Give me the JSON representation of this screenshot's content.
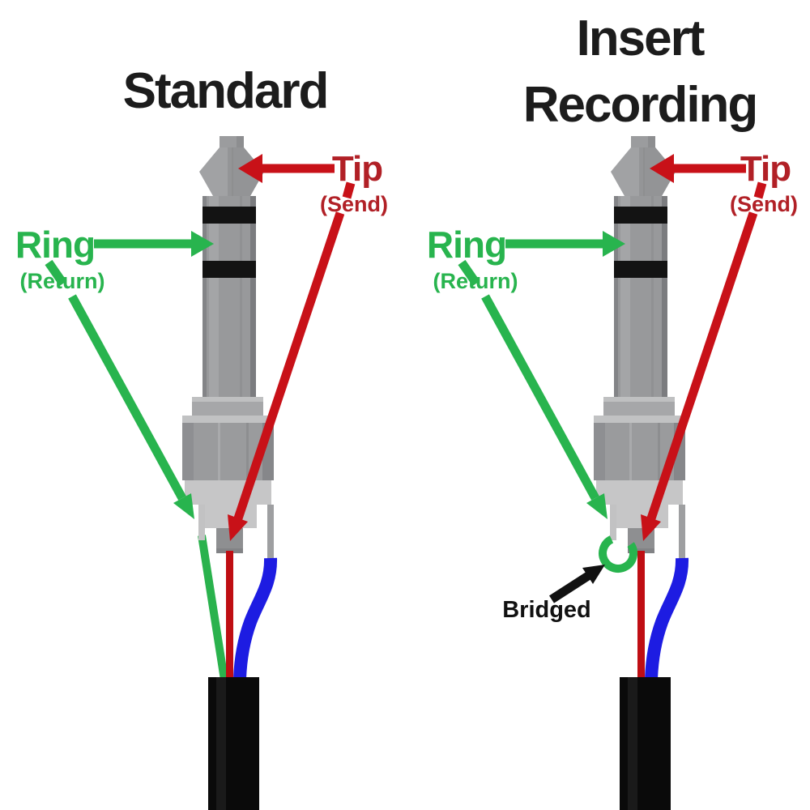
{
  "diagram": {
    "left": {
      "title": "Standard",
      "tip_label": "Tip",
      "tip_sublabel": "(Send)",
      "ring_label": "Ring",
      "ring_sublabel": "(Return)"
    },
    "right": {
      "title_line1": "Insert",
      "title_line2": "Recording",
      "tip_label": "Tip",
      "tip_sublabel": "(Send)",
      "ring_label": "Ring",
      "ring_sublabel": "(Return)",
      "bridged_label": "Bridged"
    },
    "colors": {
      "title_black": "#1c1c1c",
      "label_red": "#b12026",
      "arrow_red": "#c81118",
      "wire_red": "#bf0e13",
      "label_green": "#28b44e",
      "wire_green": "#2ab24d",
      "wire_blue": "#1d1ce2",
      "cable_black": "#0a0a0a",
      "plug_gray": "#98999b"
    }
  }
}
